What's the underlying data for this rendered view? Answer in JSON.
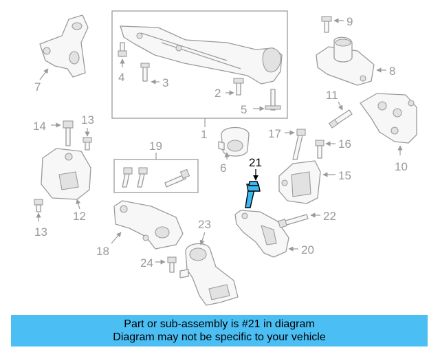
{
  "banner": {
    "line1": "Part or sub-assembly is #21 in diagram",
    "line2": "Diagram may not be specific to your vehicle",
    "background": "#4bbef3"
  },
  "highlight_color": "#3cb7f0",
  "callouts": {
    "c1": "1",
    "c2": "2",
    "c3": "3",
    "c4": "4",
    "c5": "5",
    "c6": "6",
    "c7": "7",
    "c8": "8",
    "c9": "9",
    "c10": "10",
    "c11": "11",
    "c12": "12",
    "c13a": "13",
    "c13b": "13",
    "c14": "14",
    "c15": "15",
    "c16": "16",
    "c17": "17",
    "c18": "18",
    "c19": "19",
    "c20": "20",
    "c21": "21",
    "c22": "22",
    "c23": "23",
    "c24": "24"
  }
}
